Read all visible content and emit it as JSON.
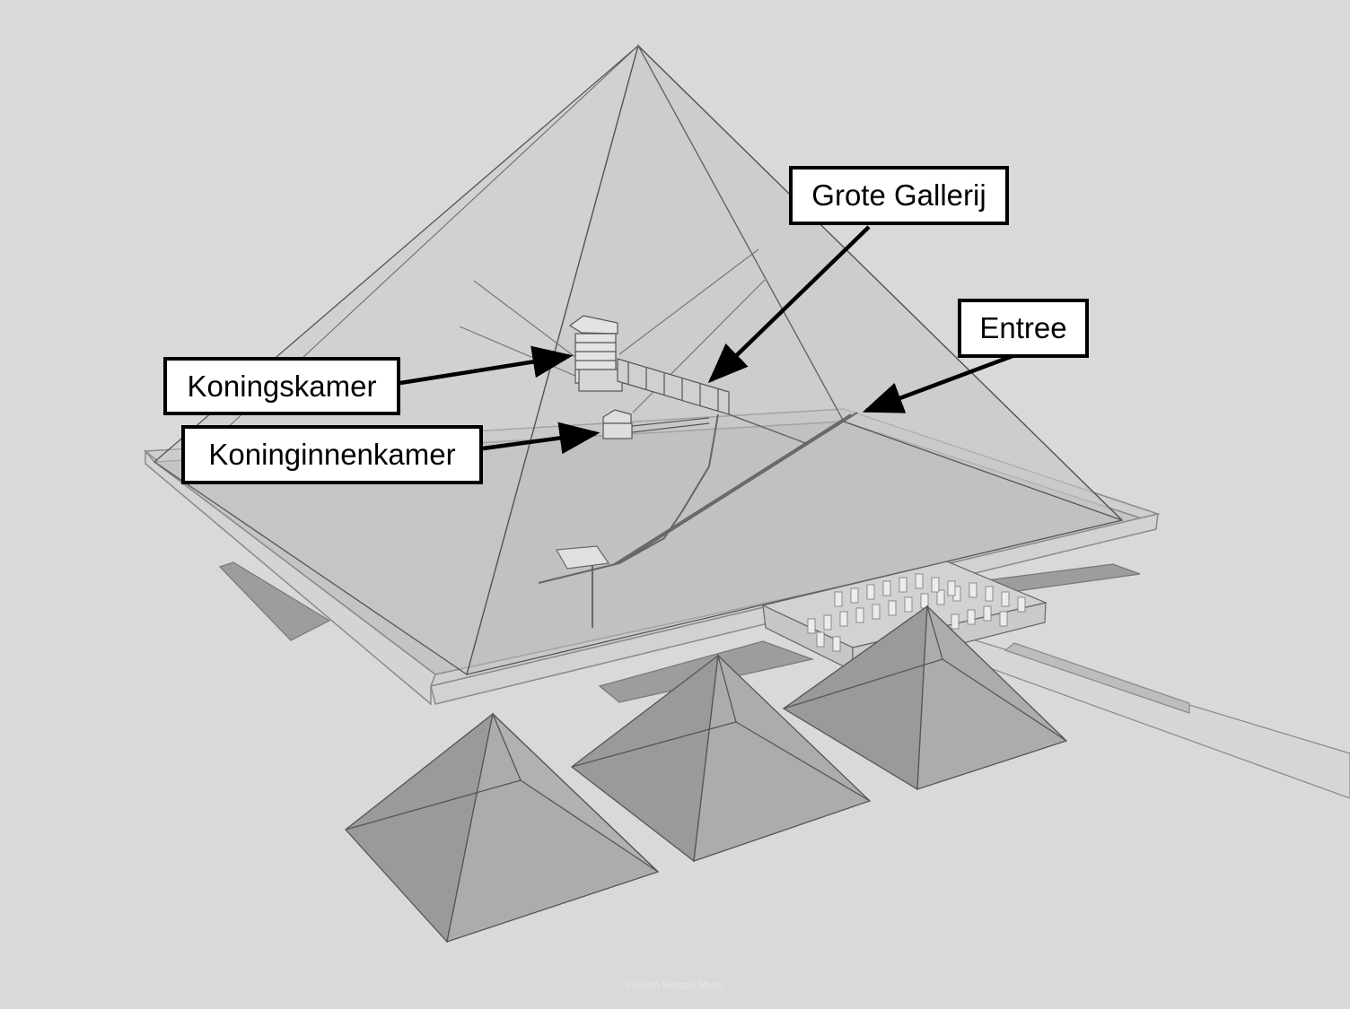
{
  "labels": {
    "grote_gallerij": "Grote Gallerij",
    "entree": "Entree",
    "koningskamer": "Koningskamer",
    "koninginnenkamer": "Koninginnenkamer"
  },
  "watermark": "©Robin Morgan MMXI",
  "colors": {
    "background": "#d9d9d9",
    "pyramid_face": "#bdbdbd",
    "small_pyramid": "#a6a6a6",
    "outline": "#555555",
    "callout_border": "#000000"
  }
}
